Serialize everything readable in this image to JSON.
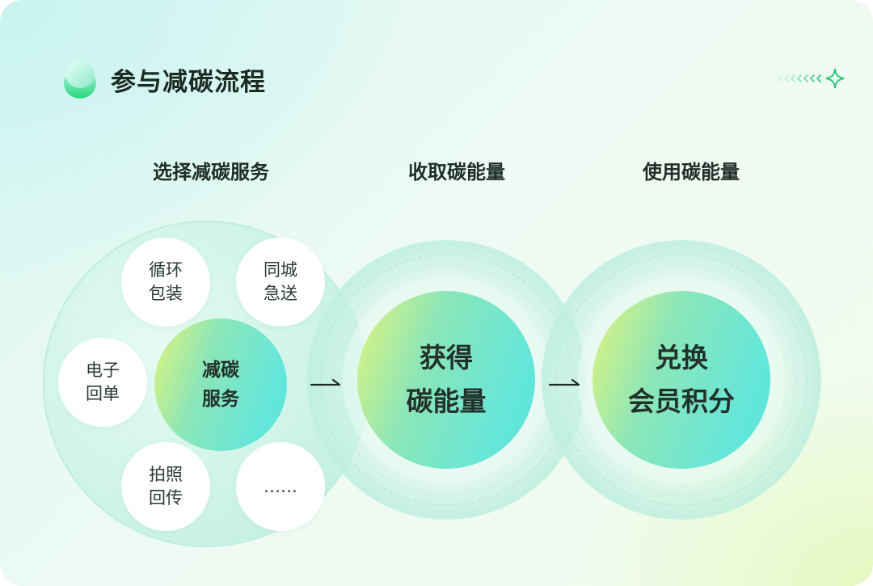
{
  "header": {
    "title": "参与减碳流程"
  },
  "steps": [
    {
      "label": "选择减碳服务"
    },
    {
      "label": "收取碳能量"
    },
    {
      "label": "使用碳能量"
    }
  ],
  "services": {
    "center": [
      "减碳",
      "服务"
    ],
    "items": [
      {
        "lines": [
          "循环",
          "包装"
        ]
      },
      {
        "lines": [
          "同城",
          "急送"
        ]
      },
      {
        "lines": [
          "电子",
          "回单"
        ]
      },
      {
        "lines": [
          "拍照",
          "回传"
        ]
      },
      {
        "lines": [
          "……"
        ]
      }
    ]
  },
  "collect": {
    "lines": [
      "获得",
      "碳能量"
    ]
  },
  "use": {
    "lines": [
      "兑换",
      "会员积分"
    ]
  },
  "colors": {
    "accent_green": "#3ddc84",
    "accent_cyan": "#7ce8d8",
    "accent_lime": "#d4f06a"
  }
}
